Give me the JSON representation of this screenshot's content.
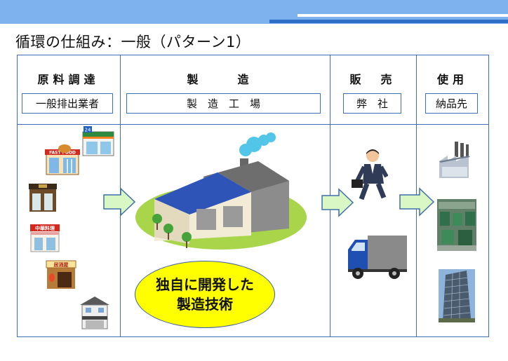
{
  "title": "循環の仕組み：一般（パターン1）",
  "columns": [
    {
      "header": "原料調達",
      "sub": "一般排出業者"
    },
    {
      "header": "製　造",
      "sub": "製　造　工　場"
    },
    {
      "header": "販　売",
      "sub": "弊　社"
    },
    {
      "header": "使用",
      "sub": "納品先"
    }
  ],
  "store_signs": {
    "convenience": "24",
    "fastfood": "FAST FOOD",
    "chinese": "中華料理",
    "izakaya": "居酒屋"
  },
  "ellipse_text": "独自に開発した\n製造技術",
  "colors": {
    "frame": "#3c6fb5",
    "top_band": "#7db2ef",
    "arrow_fill": "#d9f7c4",
    "arrow_stroke": "#3f6fa8",
    "ellipse_fill": "#ffff00",
    "factory_roof": "#2e54b8",
    "lawn": "#a8d54a"
  }
}
